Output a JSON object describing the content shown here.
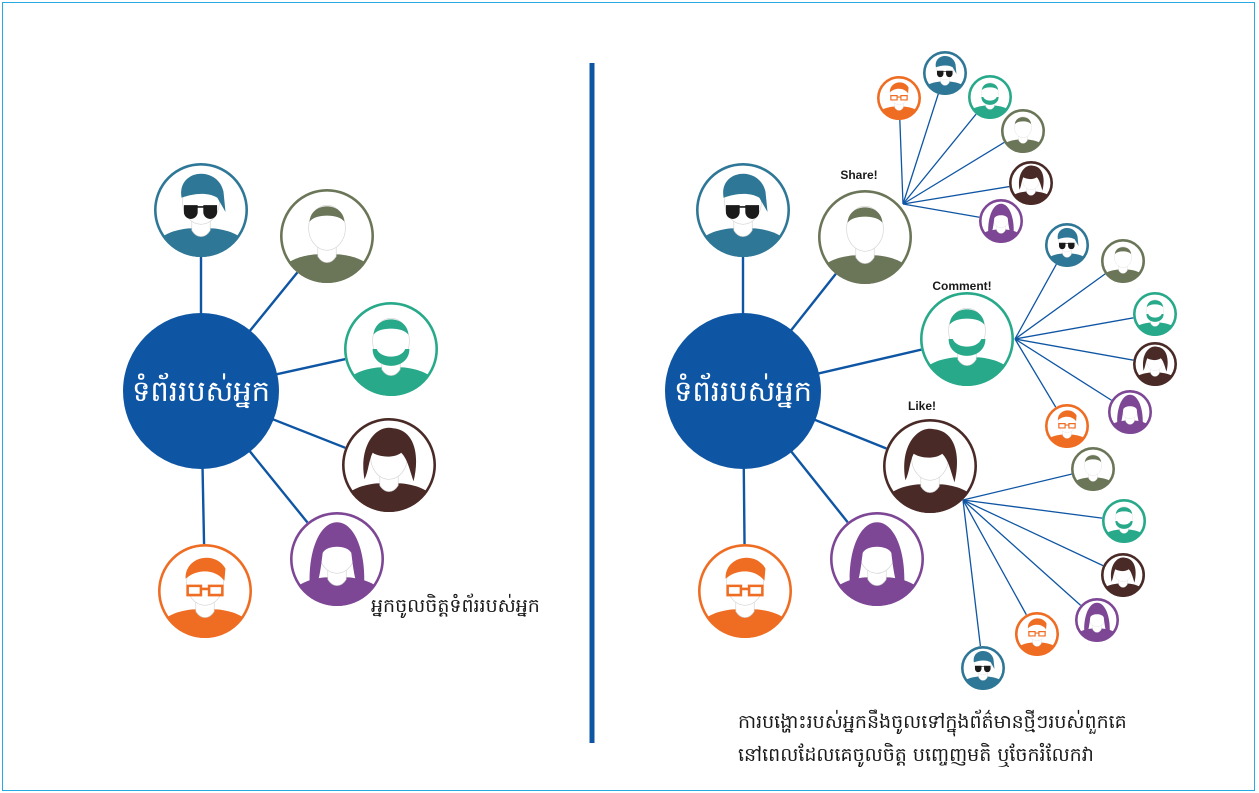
{
  "colors": {
    "hub": "#0e55a4",
    "divider": "#0e55a4",
    "link": "#0e55a4",
    "border": "#29a9e1",
    "teal_blue": "#2f7797",
    "olive": "#6b7659",
    "green": "#27a98a",
    "brown": "#4a2a26",
    "purple": "#7d4795",
    "orange": "#ef6d23"
  },
  "left_panel": {
    "hub_label": "ទំព័ររបស់អ្នក",
    "caption": "អ្នកចូលចិត្តទំព័ររបស់អ្នក",
    "followers": [
      {
        "avatar": "sunglasses-man-icon",
        "color": "teal_blue"
      },
      {
        "avatar": "bald-man-icon",
        "color": "olive"
      },
      {
        "avatar": "bearded-man-icon",
        "color": "green"
      },
      {
        "avatar": "shaggy-hair-man-icon",
        "color": "brown"
      },
      {
        "avatar": "long-hair-woman-icon",
        "color": "purple"
      },
      {
        "avatar": "glasses-man-icon",
        "color": "orange"
      }
    ]
  },
  "right_panel": {
    "hub_label": "ទំព័ររបស់អ្នក",
    "caption_lines": [
      "ការបង្ហោះរបស់អ្នកនឹងចូលទៅក្នុងព័ត៌មានថ្មីៗរបស់ពួកគេ",
      "នៅពេលដែលគេចូលចិត្ត បញ្ចេញមតិ ឬចែករំលែកវា"
    ],
    "actions": {
      "share": "Share!",
      "comment": "Comment!",
      "like": "Like!"
    }
  }
}
